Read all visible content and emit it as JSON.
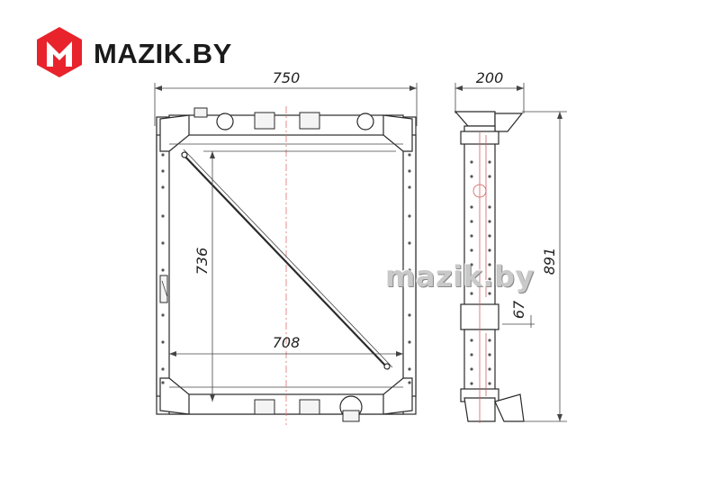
{
  "brand": {
    "logo_text": "MAZIK.BY",
    "logo_color": "#e8232c",
    "watermark": "mazik.by"
  },
  "dimensions": {
    "front_width": "750",
    "front_height": "736",
    "front_inner_width": "708",
    "side_depth": "200",
    "side_height": "891",
    "side_offset": "67"
  }
}
